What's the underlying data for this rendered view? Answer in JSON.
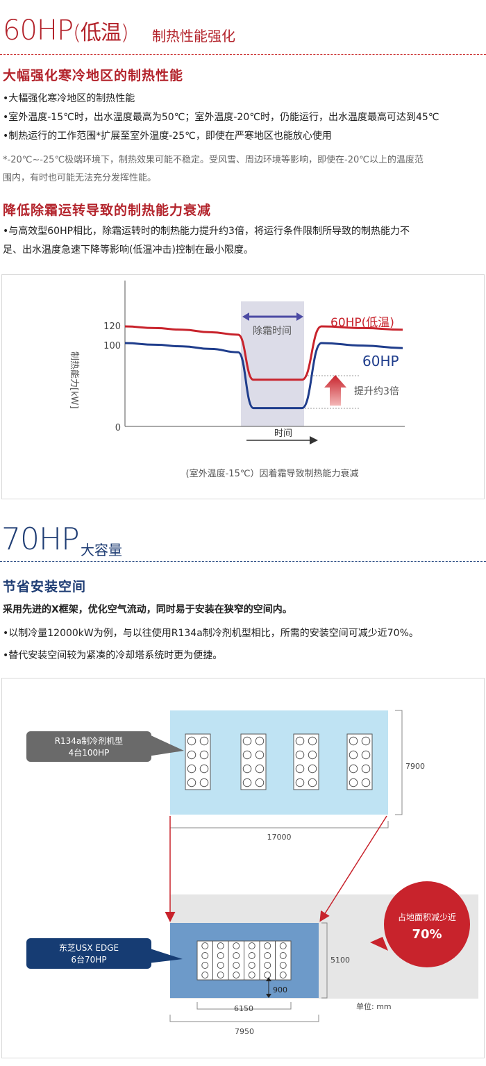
{
  "section1": {
    "title_main": "60HP",
    "title_paren": "(低温)",
    "title_sub": "制热性能强化",
    "heading1": "大幅强化寒冷地区的制热性能",
    "bullets1": [
      "•大幅强化寒冷地区的制热性能",
      "•室外温度-15℃时，出水温度最高为50℃；室外温度-20℃时，仍能运行，出水温度最高可达到45℃",
      "•制热运行的工作范围*扩展至室外温度-25℃，即使在严寒地区也能放心使用"
    ],
    "note_line1": "*-20℃~-25℃极端环境下，制热效果可能不稳定。受风雪、周边环境等影响，即使在-20℃以上的温度范",
    "note_line2": "围内，有时也可能无法充分发挥性能。",
    "heading2": "降低除霜运转导致的制热能力衰减",
    "para2_line1": "•与高效型60HP相比，除霜运转时的制热能力提升约3倍，将运行条件限制所导致的制热能力不",
    "para2_line2": "足、出水温度急速下降等影响(低温冲击)控制在最小限度。"
  },
  "chart_data": {
    "type": "line",
    "ylabel": "制热能力[kW]",
    "xlabel": "时间",
    "y_ticks": [
      "120",
      "100",
      "0"
    ],
    "series": [
      {
        "name": "60HP(低温)",
        "color": "#c8232c",
        "y": [
          120,
          118,
          116,
          113,
          110,
          56,
          56,
          56,
          120,
          118,
          116
        ]
      },
      {
        "name": "60HP",
        "color": "#1f3d8c",
        "y": [
          100,
          98,
          96,
          93,
          89,
          22,
          22,
          22,
          100,
          97,
          94
        ]
      }
    ],
    "defrost_label": "除霜时间",
    "boost_label": "提升约3倍",
    "caption": "(室外温度-15℃）因着霜导致制热能力衰减"
  },
  "section2": {
    "title_main": "70HP",
    "title_sub": "大容量",
    "heading": "节省安装空间",
    "bold_line": "采用先进的X框架，优化空气流动，同时易于安装在狭窄的空间内。",
    "bullets": [
      "•以制冷量12000kW为例，与以往使用R134a制冷剂机型相比，所需的安装空间可减少近70%。",
      "•替代安装空间较为紧凑的冷却塔系统时更为便捷。"
    ]
  },
  "diagram": {
    "label_old_line1": "R134a制冷剂机型",
    "label_old_line2": "4台100HP",
    "dim_old_height": "7900",
    "dim_old_width": "17000",
    "label_new_line1": "东芝USX EDGE",
    "label_new_line2": "6台70HP",
    "dim_new_height": "5100",
    "dim_gap": "900",
    "dim_inner_width": "6150",
    "dim_new_width": "7950",
    "reduction_label": "占地面积减少近",
    "reduction_value": "70%",
    "unit_label": "单位: mm",
    "colors": {
      "old_area": "#bfe3f3",
      "new_area": "#6d9ac9",
      "grey_area": "#e6e6e6",
      "red": "#c8232c",
      "navy": "#163c73"
    }
  }
}
